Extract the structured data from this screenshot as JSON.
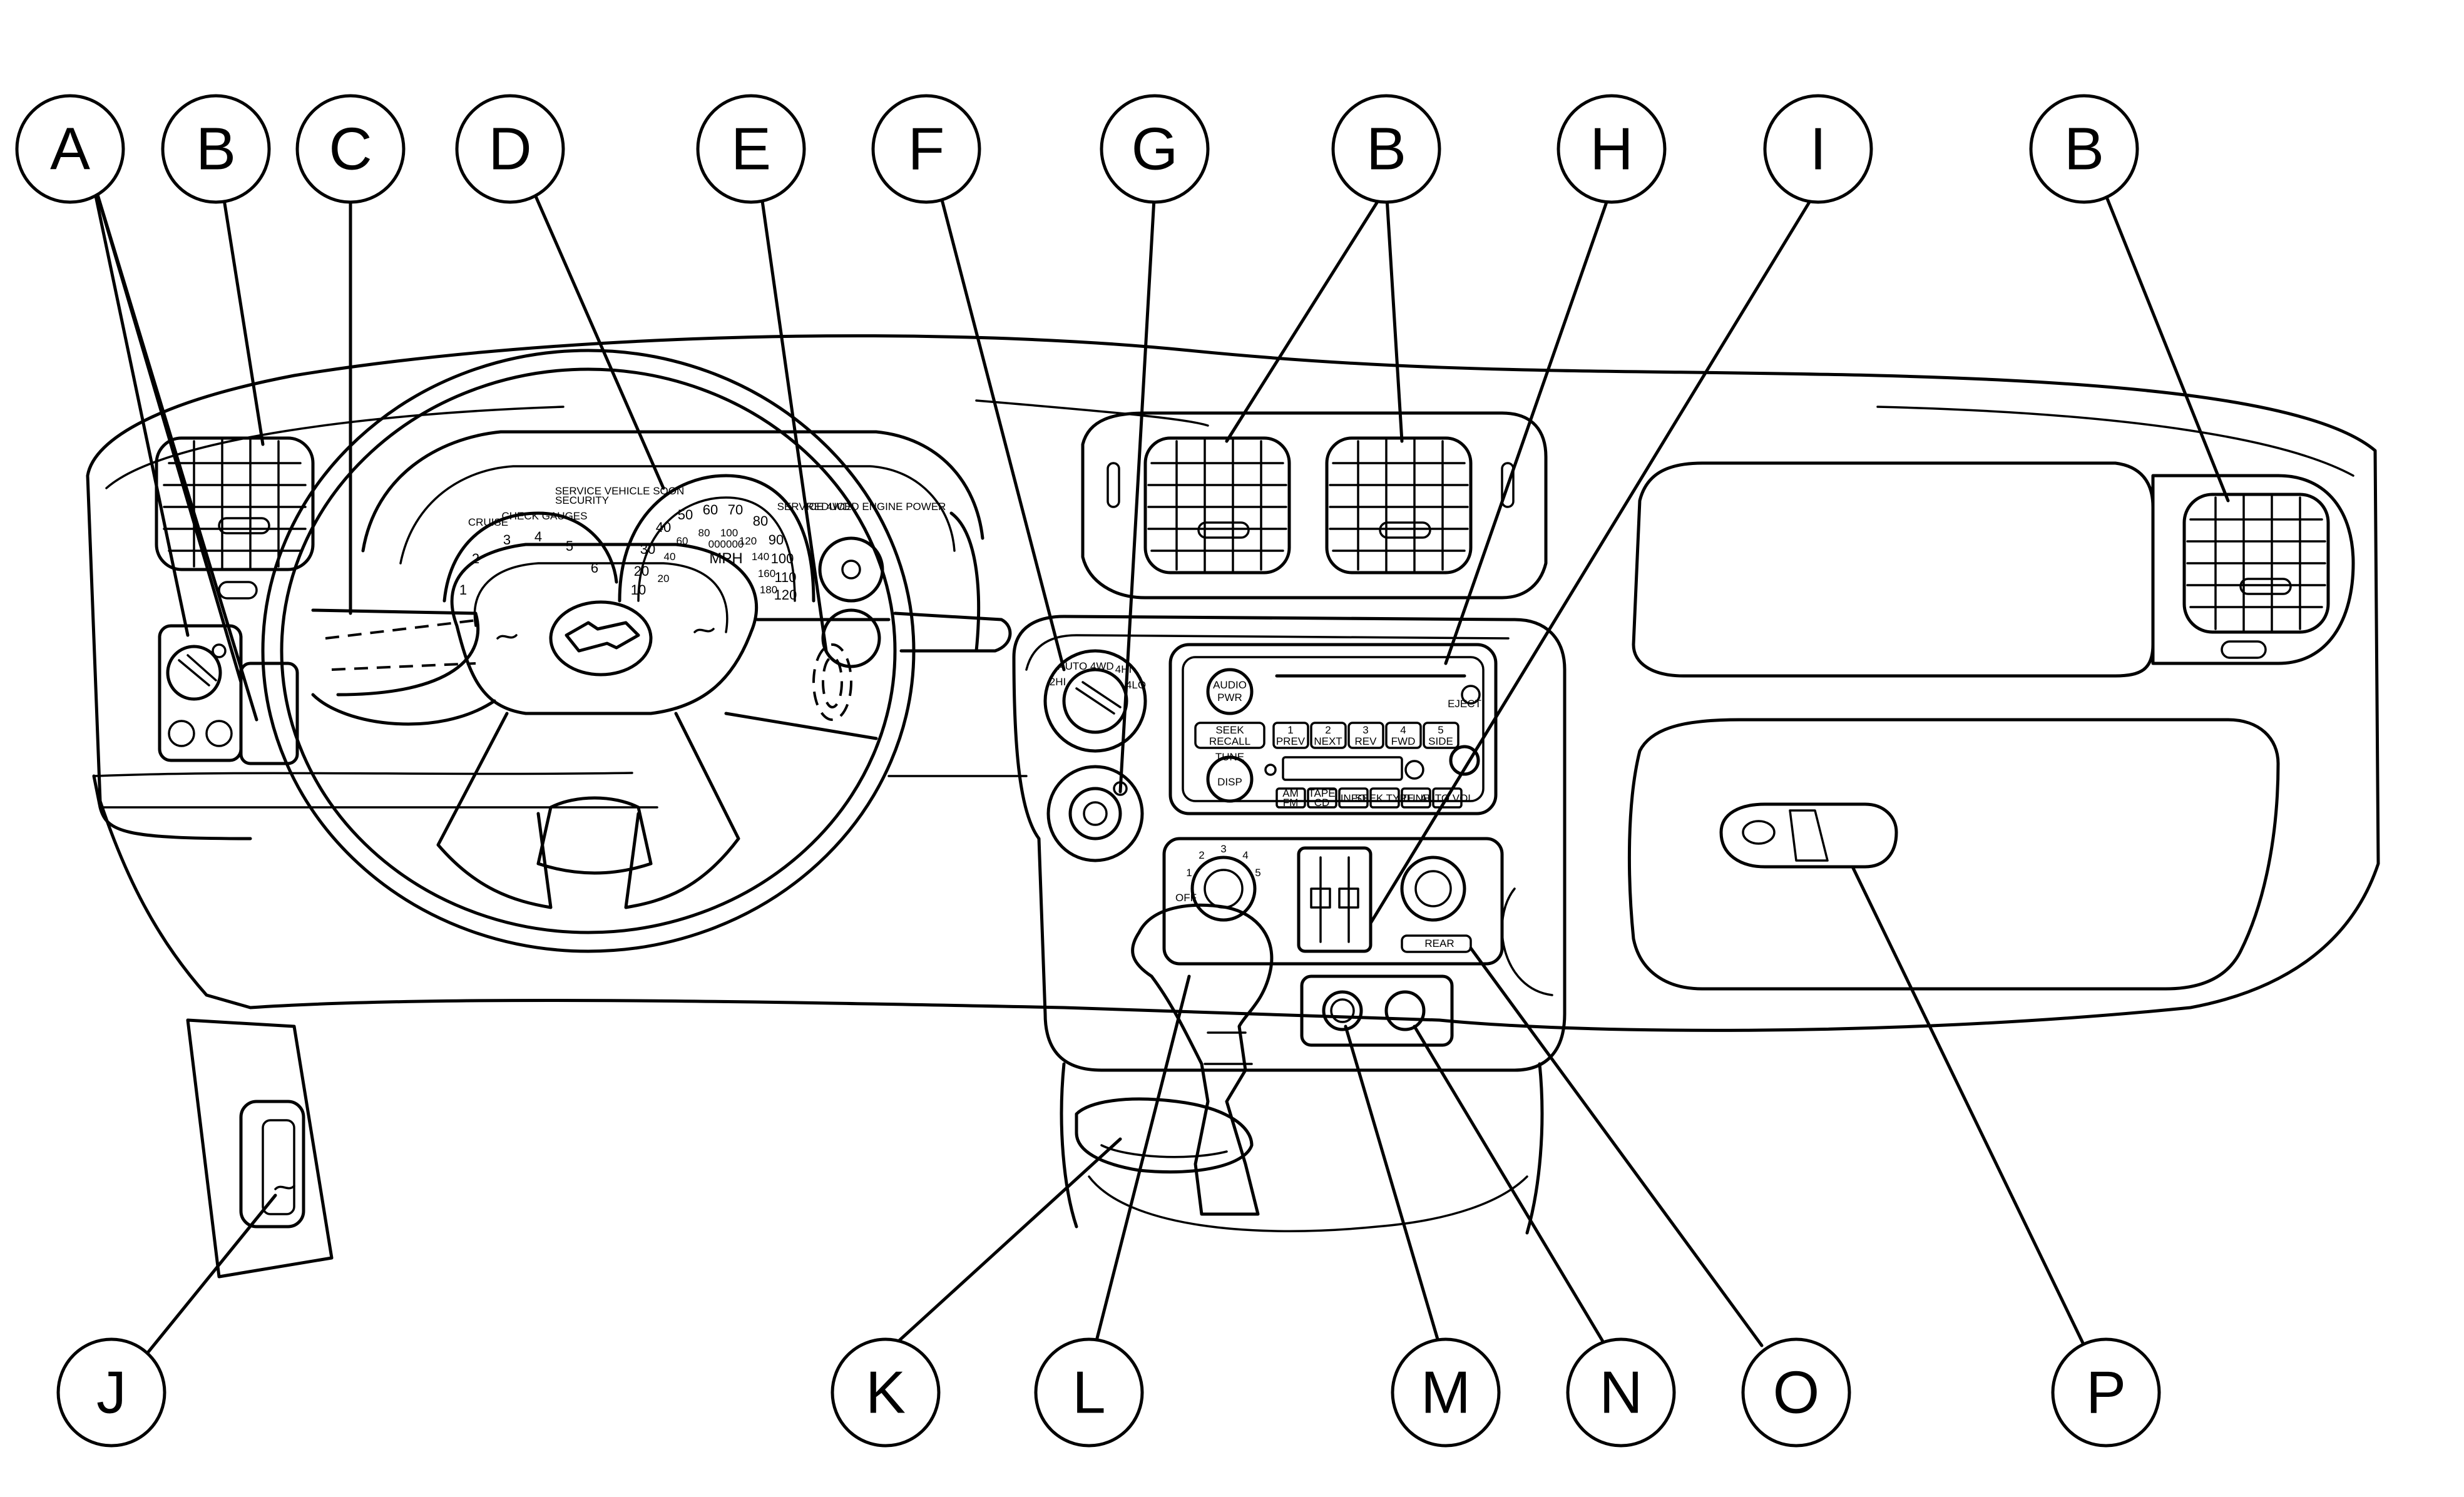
{
  "callouts": {
    "a": "A",
    "b": "B",
    "c": "C",
    "d": "D",
    "e": "E",
    "f": "F",
    "g": "G",
    "h": "H",
    "i": "I",
    "j": "J",
    "k": "K",
    "l": "L",
    "m": "M",
    "n": "N",
    "o": "O",
    "p": "P"
  },
  "cluster": {
    "cruise": "CRUISE",
    "check_gauges": "CHECK GAUGES",
    "security": "SECURITY",
    "service_vehicle_soon": "SERVICE VEHICLE SOON",
    "service_4wd": "SERVICE 4WD",
    "reduced_engine_power": "REDUCED ENGINE POWER",
    "speed_unit": "MPH",
    "speed_ticks": [
      "10",
      "20",
      "30",
      "40",
      "50",
      "60",
      "70",
      "80",
      "90",
      "100",
      "110",
      "120"
    ],
    "speed_inner_ticks": [
      "20",
      "40",
      "60",
      "80",
      "100",
      "120",
      "140",
      "160",
      "180"
    ],
    "tach_ticks": [
      "1",
      "2",
      "3",
      "4",
      "5",
      "6"
    ],
    "odometer": "000000"
  },
  "transfer_case": {
    "label_2wd": "2HI",
    "label_auto": "AUTO 4WD",
    "label_4hi": "4HI",
    "label_4lo": "4LO"
  },
  "radio": {
    "btn_1": "1",
    "btn_1_sub": "PREV",
    "btn_2": "2",
    "btn_2_sub": "NEXT",
    "btn_3": "3",
    "btn_3_sub": "REV",
    "btn_4": "4",
    "btn_4_sub": "FWD",
    "btn_5": "5",
    "btn_5_sub": "SIDE",
    "seek": "SEEK",
    "recall": "RECALL",
    "audio": "AUDIO",
    "pwr": "PWR",
    "disp": "DISP",
    "tune": "TUNE",
    "am": "AM",
    "fm": "FM",
    "tape": "TAPE",
    "cd": "CD",
    "info": "INFO",
    "seek_type": "SEEK TYPE",
    "tuner": "TUNE",
    "auto_vol": "AUTO VOL",
    "eject": "EJECT"
  },
  "climate": {
    "fan_ticks": [
      "1",
      "2",
      "3",
      "4",
      "5"
    ],
    "off": "OFF",
    "rear": "REAR"
  }
}
